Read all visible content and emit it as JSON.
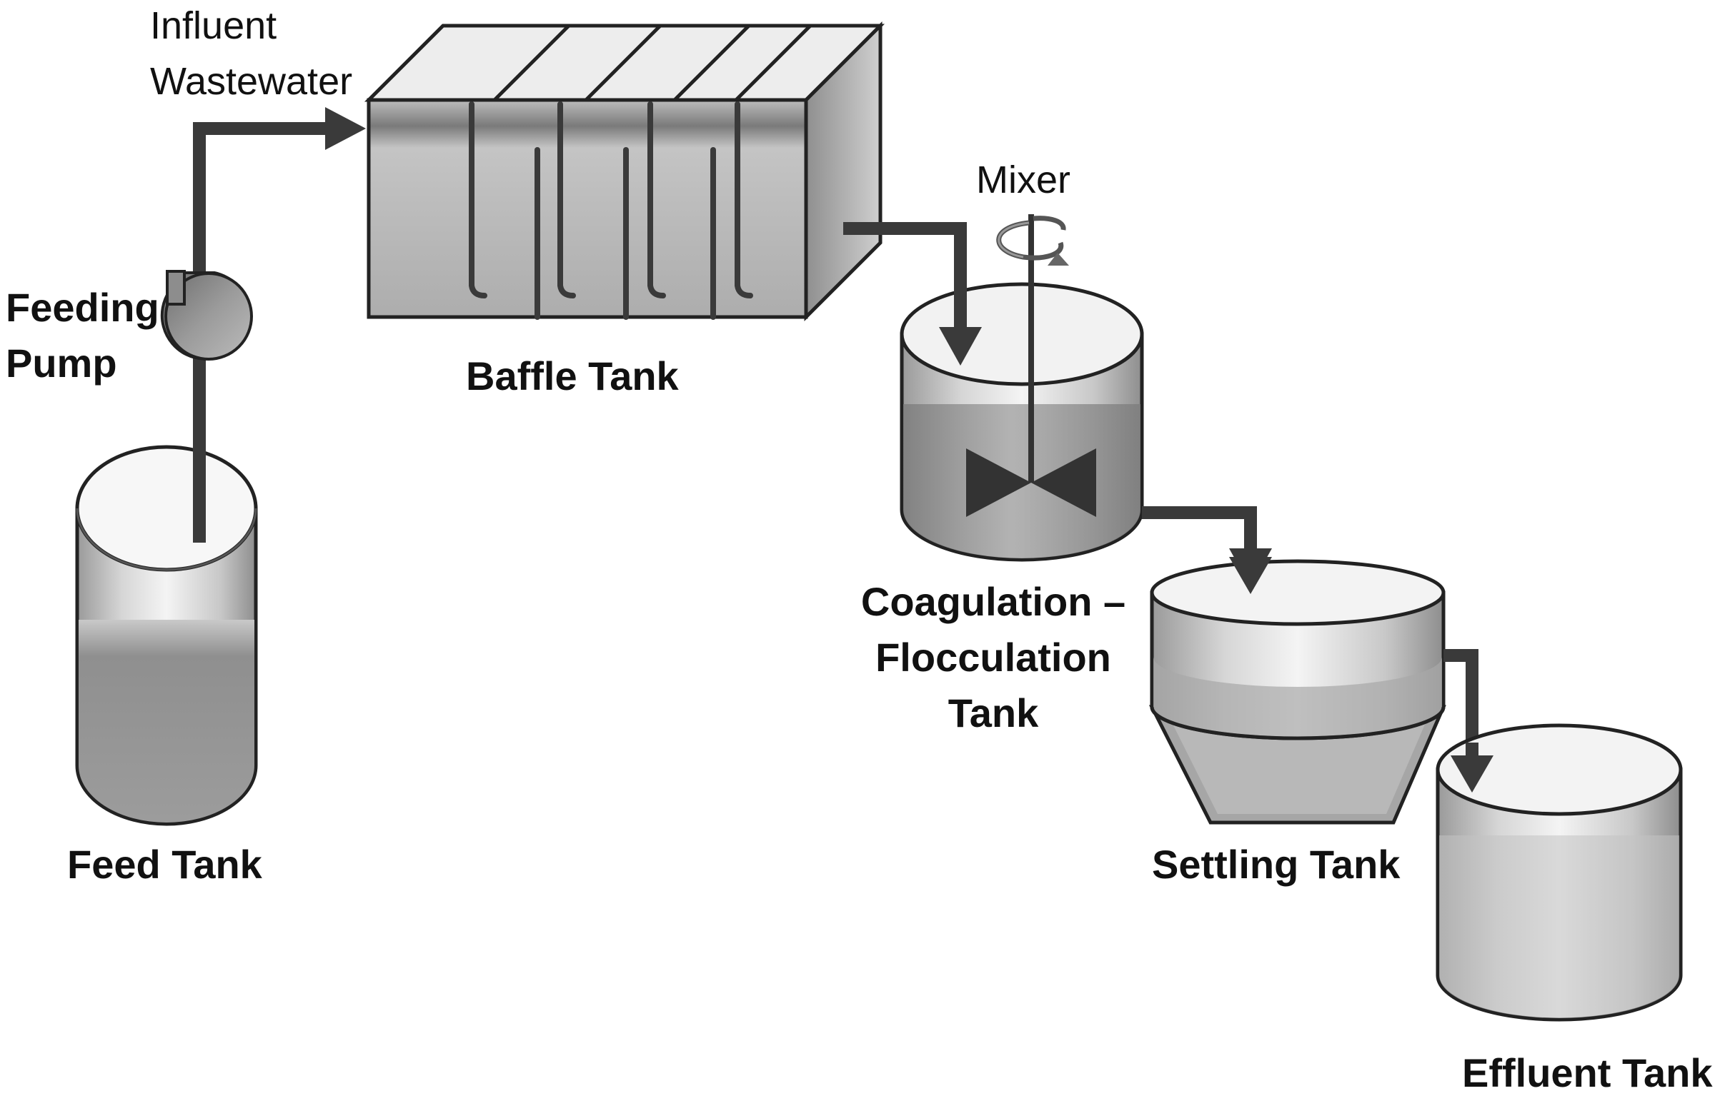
{
  "labels": {
    "influent_line1": "Influent",
    "influent_line2": "Wastewater",
    "feeding_line1": "Feeding",
    "feeding_line2": "Pump",
    "baffle_tank": "Baffle Tank",
    "mixer": "Mixer",
    "coag_line1": "Coagulation –",
    "coag_line2": "Flocculation",
    "coag_line3": "Tank",
    "feed_tank": "Feed Tank",
    "settling_tank": "Settling Tank",
    "effluent_tank": "Effluent Tank"
  },
  "colors": {
    "pipe": "#3a3a3a",
    "outline": "#222222",
    "liquid": "#a9a9a9",
    "liquid_dark": "#8a8a8a",
    "tank_highlight": "#f2f2f2"
  }
}
